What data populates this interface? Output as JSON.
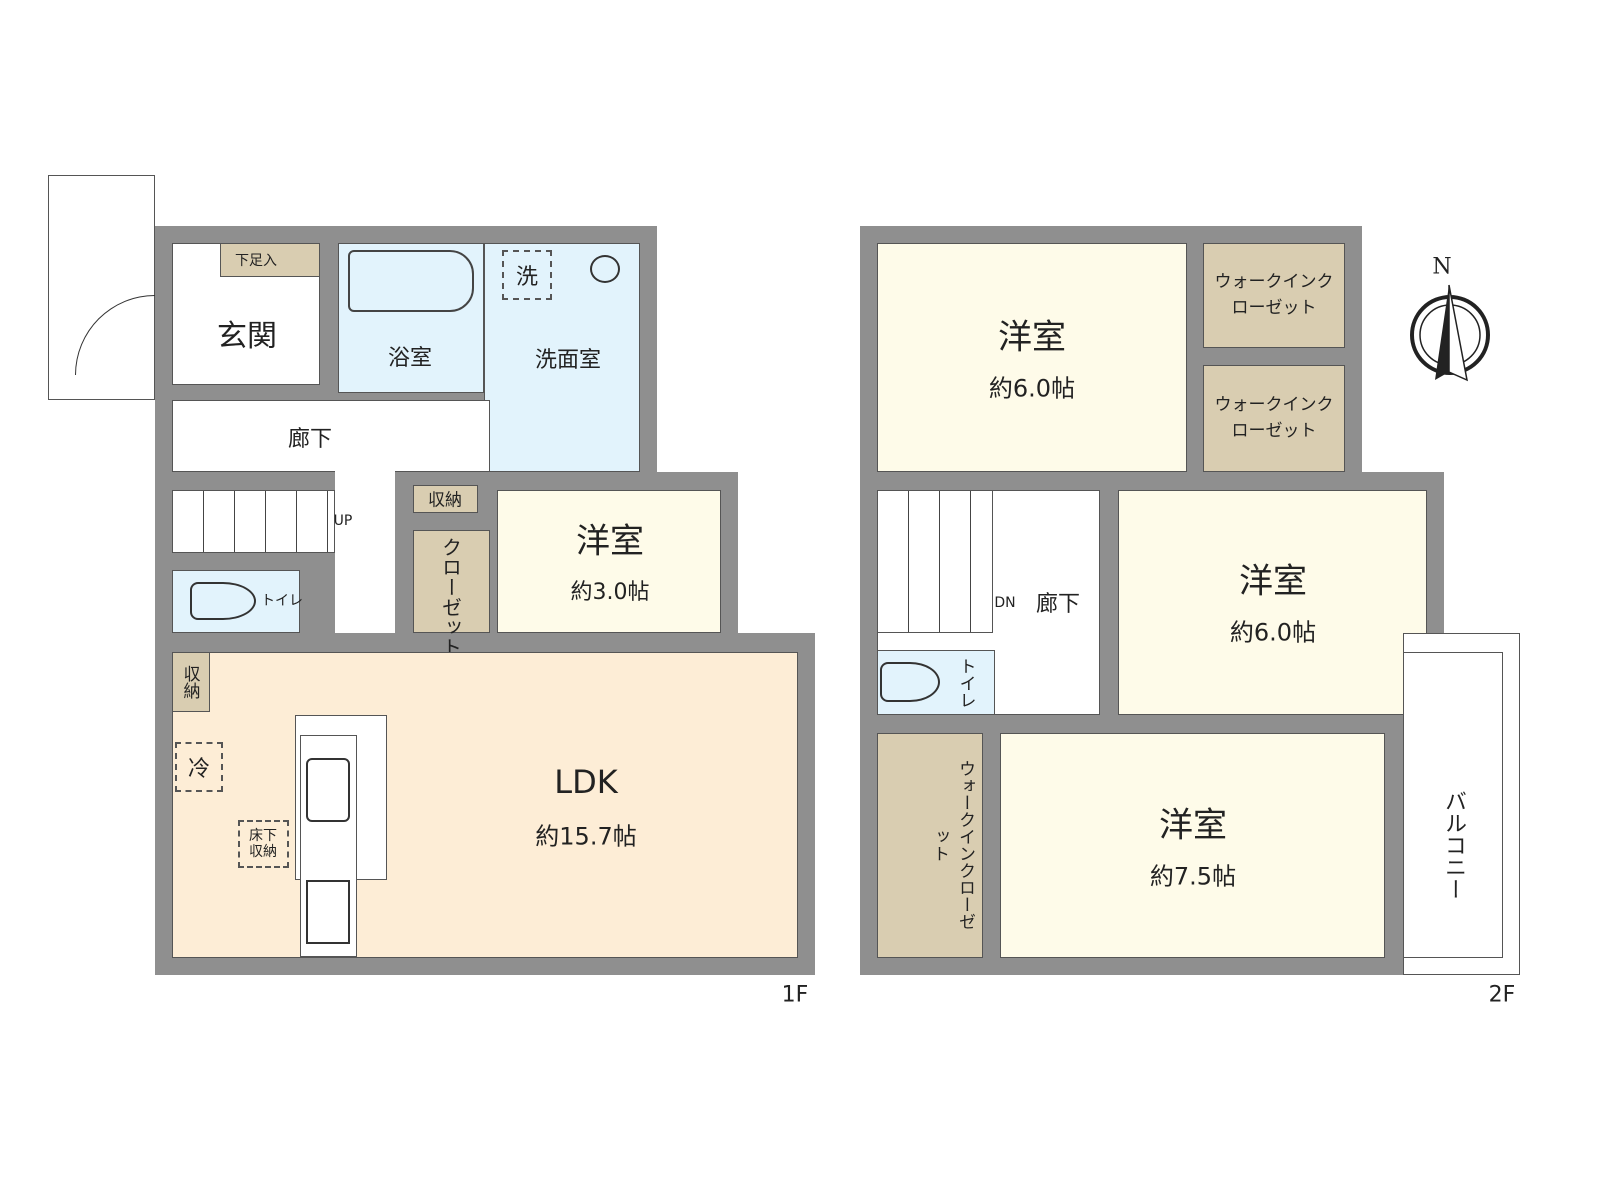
{
  "floor1": {
    "label": "1F",
    "rooms": {
      "genkan": "玄関",
      "getabako": "下足入",
      "bath": "浴室",
      "washroom": "洗面室",
      "washer": "洗",
      "hall": "廊下",
      "up": "UP",
      "toilet": "トイレ",
      "storage": "収納",
      "closet": "クローゼット",
      "western": "洋室",
      "western_size": "約3.0帖",
      "ldk": "LDK",
      "ldk_size": "約15.7帖",
      "storage2": "収納",
      "fridge": "冷",
      "underfloor": "床下収納"
    }
  },
  "floor2": {
    "label": "2F",
    "rooms": {
      "western_a": "洋室",
      "western_a_size": "約6.0帖",
      "wic_a": "ウォークインクローゼット",
      "wic_b": "ウォークインクローゼット",
      "dn": "DN",
      "hall": "廊下",
      "western_b": "洋室",
      "western_b_size": "約6.0帖",
      "toilet": "トイレ",
      "wic_c": "ウォークインクローゼット",
      "western_c": "洋室",
      "western_c_size": "約7.5帖",
      "balcony": "バルコニー"
    }
  },
  "compass": {
    "label": "N"
  },
  "colors": {
    "wall": "#8f8f8f",
    "ldk": "#fdedd6",
    "western": "#fefbe9",
    "closet": "#d9cdb1",
    "wet": "#e2f3fc"
  }
}
